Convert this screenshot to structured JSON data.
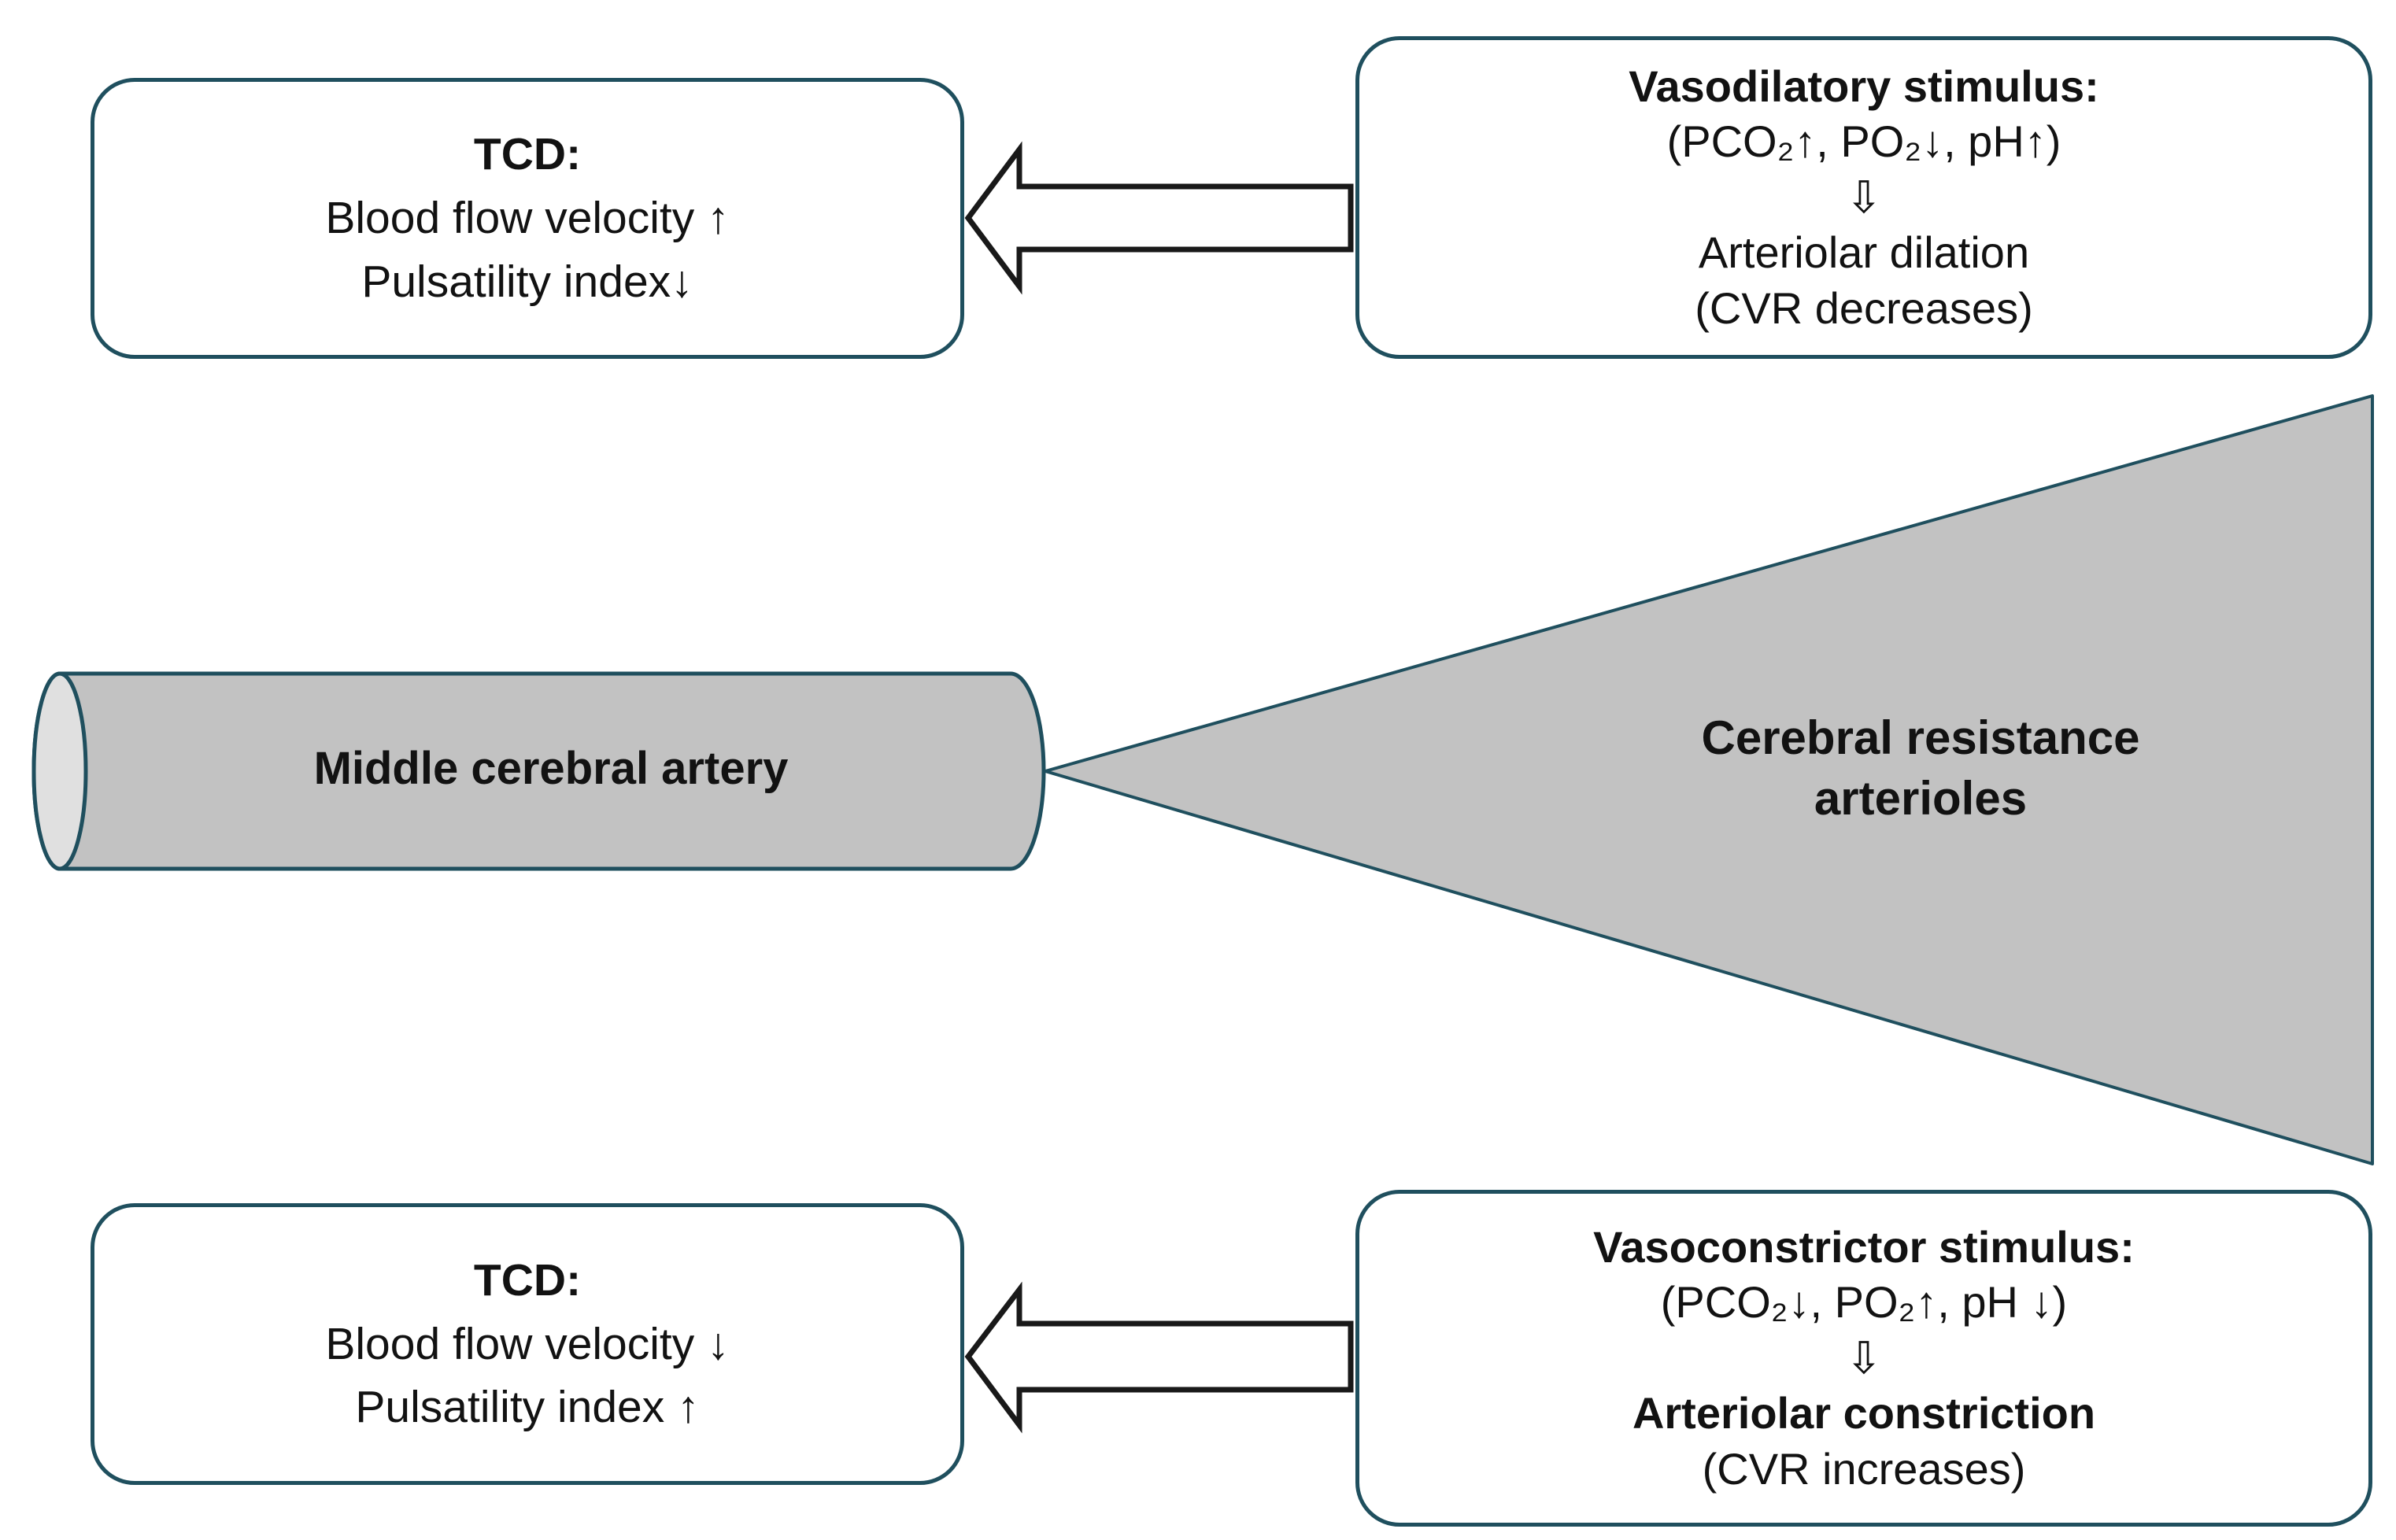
{
  "colors": {
    "background": "#ffffff",
    "outline": "#1f4f5e",
    "shape-fill": "#c2c2c2",
    "cap-fill": "#e0e0e0",
    "arrow-fill": "#ffffff",
    "arrow-outline": "#191919",
    "text": "#121212"
  },
  "boxes": {
    "tcd_top": {
      "title": "TCD:",
      "lines": [
        "Blood flow velocity ↑",
        "Pulsatility index↓"
      ]
    },
    "vasodilatory": {
      "title": "Vasodilatory stimulus:",
      "formula": "(PCO₂↑, PO₂↓, pH↑)",
      "arrow_glyph": "⇩",
      "result": "Arteriolar dilation",
      "note": "(CVR decreases)"
    },
    "tcd_bottom": {
      "title": "TCD:",
      "lines": [
        "Blood flow velocity ↓",
        "Pulsatility index ↑"
      ]
    },
    "vasoconstrictor": {
      "title": "Vasoconstrictor stimulus:",
      "formula": "(PCO₂↓, PO₂↑, pH ↓)",
      "arrow_glyph": "⇩",
      "result": "Arteriolar constriction",
      "note": "(CVR increases)"
    }
  },
  "shapes": {
    "artery_label": "Middle cerebral artery",
    "arterioles_label": [
      "Cerebral resistance",
      "arterioles"
    ]
  }
}
